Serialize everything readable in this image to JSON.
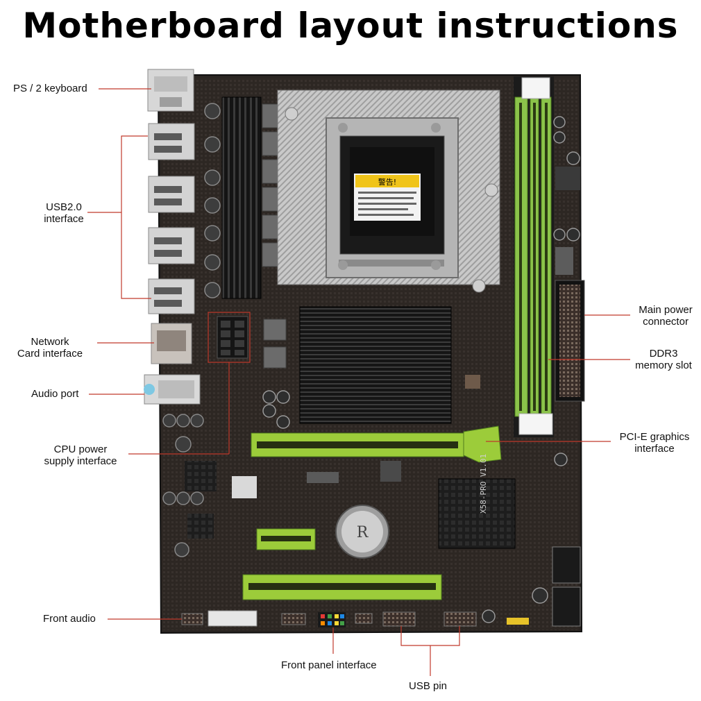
{
  "title": "Motherboard layout instructions",
  "labels": {
    "ps2_keyboard": "PS / 2 keyboard",
    "usb20_line1": "USB2.0",
    "usb20_line2": "interface",
    "network_line1": "Network",
    "network_line2": "Card interface",
    "audio_port": "Audio port",
    "cpu_power_line1": "CPU power",
    "cpu_power_line2": "supply interface",
    "front_audio": "Front audio",
    "front_panel": "Front panel interface",
    "usb_pin": "USB pin",
    "main_power_line1": "Main power",
    "main_power_line2": "connector",
    "ddr3_line1": "DDR3",
    "ddr3_line2": "memory slot",
    "pcie_line1": "PCI-E graphics",
    "pcie_line2": "interface"
  },
  "board_markings": {
    "model": "X58-PRO V1.01",
    "warning_title": "警告!",
    "battery": "R"
  },
  "colors": {
    "pcb": "#2a2522",
    "dimm_green": "#8bc34a",
    "slot_green": "#9ccc3a",
    "heatsink": "#1a1a1a",
    "socket_silver": "#bdbdbd",
    "leader_line": "#c0392b"
  }
}
